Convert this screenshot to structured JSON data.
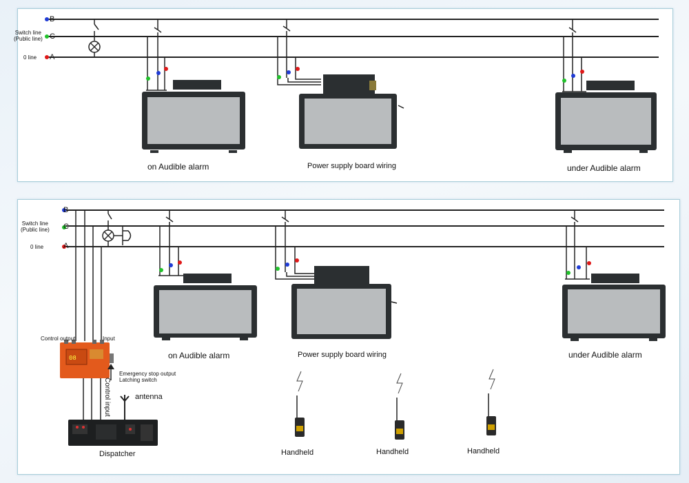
{
  "colors": {
    "line_b_dot": "#1f3bd6",
    "line_c_dot": "#21c22b",
    "line_a_dot": "#e01818",
    "panel_border": "#a8cdd9",
    "device_body": "#2b2f31",
    "device_face": "#b9bcbe",
    "control_box": "#e35a1c"
  },
  "top": {
    "line_b": "B",
    "line_c": "C",
    "line_a": "A",
    "switch_line": "Switch line",
    "public_line": "(Public line)",
    "zero_line": "0 line",
    "device_left_label": "on  Audible alarm",
    "device_center_label": "Power supply board wiring",
    "device_right_label": "under  Audible alarm"
  },
  "bottom": {
    "line_b": "B",
    "line_c": "C",
    "line_a": "A",
    "switch_line": "Switch line",
    "public_line": "(Public line)",
    "zero_line": "0 line",
    "device_left_label": "on  Audible alarm",
    "device_center_label": "Power supply board wiring",
    "device_right_label": "under  Audible alarm",
    "control_output": "Control output",
    "input": "Input",
    "emergency_stop_output": "Emergency stop output",
    "latching_switch": "Latching switch",
    "control_input": "Control input",
    "antenna": "antenna",
    "dispatcher": "Dispatcher",
    "handheld_1": "Handheld",
    "handheld_2": "Handheld",
    "handheld_3": "Handheld"
  },
  "icons": [
    "lamp-icon",
    "switch-icon",
    "push-button-icon",
    "antenna-icon",
    "lightning-icon",
    "walkie-talkie-icon"
  ]
}
